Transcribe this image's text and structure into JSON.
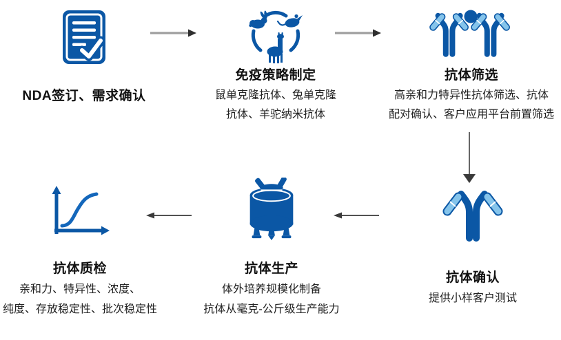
{
  "colors": {
    "primary_blue": "#0B57A5",
    "light_blue": "#85C4EB",
    "arrow_gray": "#9E9E9E",
    "arrow_dark": "#3A3A3A",
    "title_text": "#111111",
    "subtitle_text": "#222222"
  },
  "steps": [
    {
      "title": "NDA签订、需求确认",
      "icon": "document-check-icon",
      "lines": []
    },
    {
      "title": "免疫策略制定",
      "icon": "immunization-animals-cycle-icon",
      "lines": [
        "鼠单克隆抗体、兔单克隆",
        "抗体、羊驼纳米抗体"
      ]
    },
    {
      "title": "抗体筛选",
      "icon": "antibody-pair-antigen-icon",
      "lines": [
        "高亲和力特异性抗体筛选、抗体",
        "配对确认、客户应用平台前置筛选"
      ]
    },
    {
      "title": "抗体确认",
      "icon": "antibody-icon",
      "lines": [
        "提供小样客户测试"
      ]
    },
    {
      "title": "抗体生产",
      "icon": "bioreactor-icon",
      "lines": [
        "体外培养规模化制备",
        "抗体从毫克-公斤级生产能力"
      ]
    },
    {
      "title": "抗体质检",
      "icon": "binding-curve-chart-icon",
      "lines": [
        "亲和力、特异性、浓度、",
        "纯度、存放稳定性、批次稳定性"
      ]
    }
  ],
  "arrows": [
    {
      "direction": "right",
      "from": "NDA签订、需求确认",
      "to": "免疫策略制定"
    },
    {
      "direction": "right",
      "from": "免疫策略制定",
      "to": "抗体筛选"
    },
    {
      "direction": "down",
      "from": "抗体筛选",
      "to": "抗体确认"
    },
    {
      "direction": "left",
      "from": "抗体确认",
      "to": "抗体生产"
    },
    {
      "direction": "left",
      "from": "抗体生产",
      "to": "抗体质检"
    }
  ]
}
